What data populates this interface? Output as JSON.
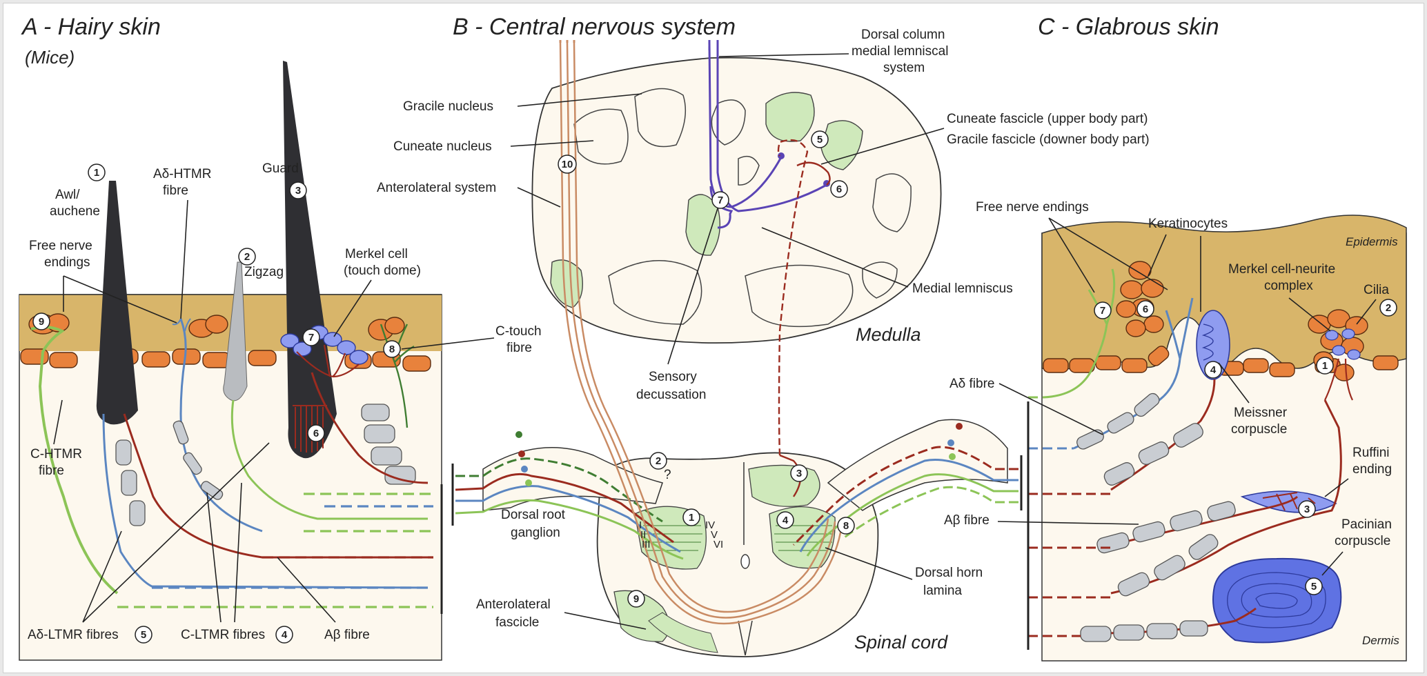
{
  "panels": {
    "a": {
      "title": "A - Hairy skin",
      "subtitle": "(Mice)"
    },
    "b": {
      "title": "B - Central nervous system"
    },
    "c": {
      "title": "C - Glabrous skin"
    }
  },
  "labels": {
    "awl_1": "Awl/",
    "awl_2": "auchene",
    "free_a_1": "Free nerve",
    "free_a_2": "endings",
    "adhtmr_1": "Aδ-HTMR",
    "adhtmr_2": "fibre",
    "zigzag": "Zigzag",
    "guard": "Guard",
    "merkel_a_1": "Merkel cell",
    "merkel_a_2": "(touch dome)",
    "ctouch_1": "C-touch",
    "ctouch_2": "fibre",
    "chtmr_1": "C-HTMR",
    "chtmr_2": "fibre",
    "adltmr": "Aδ-LTMR fibres",
    "cltmr": "C-LTMR fibres",
    "abeta_a": "Aβ fibre",
    "gracile_nucleus": "Gracile nucleus",
    "cuneate_nucleus": "Cuneate nucleus",
    "anterolateral_system": "Anterolateral system",
    "dorsal_col_1": "Dorsal column",
    "dorsal_col_2": "medial lemniscal",
    "dorsal_col_3": "system",
    "cuneate_fascicle": "Cuneate fascicle (upper body part)",
    "gracile_fascicle": "Gracile fascicle (downer body part)",
    "medial_lemniscus": "Medial lemniscus",
    "medulla": "Medulla",
    "sensory_dec_1": "Sensory",
    "sensory_dec_2": "decussation",
    "drg_1": "Dorsal root",
    "drg_2": "ganglion",
    "anterolateral_fascicle_1": "Anterolateral",
    "anterolateral_fascicle_2": "fascicle",
    "dorsal_horn_1": "Dorsal horn",
    "dorsal_horn_2": "lamina",
    "spinal_cord": "Spinal cord",
    "question": "?",
    "free_c": "Free nerve endings",
    "keratinocytes": "Keratinocytes",
    "epidermis": "Epidermis",
    "merkel_c_1": "Merkel cell-neurite",
    "merkel_c_2": "complex",
    "cilia": "Cilia",
    "adelta_c": "Aδ fibre",
    "meissner_1": "Meissner",
    "meissner_2": "corpuscle",
    "ruffini_1": "Ruffini",
    "ruffini_2": "ending",
    "abeta_c": "Aβ fibre",
    "pacinian_1": "Pacinian",
    "pacinian_2": "corpuscle",
    "dermis": "Dermis"
  },
  "laminae": {
    "i": "I",
    "ii": "II",
    "iii": "III",
    "iv": "IV",
    "v": "V",
    "vi": "VI"
  },
  "numbers": {
    "n1": "1",
    "n2": "2",
    "n3": "3",
    "n4": "4",
    "n5": "5",
    "n6": "6",
    "n7": "7",
    "n8": "8",
    "n9": "9",
    "n10": "10"
  },
  "colors": {
    "skin_epidermis": "#d8b56a",
    "keratinocyte": "#e8823c",
    "dermis": "#fdf8ee",
    "hair_dark": "#2f2f33",
    "hair_light": "#b9bcc0",
    "merkel": "#8f9cf0",
    "myelin": "#c9cdd2",
    "c_fibre": "#8cc457",
    "c_fibre_dark": "#3f7d32",
    "ad_fibre": "#5b86c1",
    "ab_fibre": "#9b2b1f",
    "medial_lemniscal": "#5a44b5",
    "anterolateral": "#c98b64",
    "grey_matter": "#cfe9bb",
    "cns_fill": "#fdf8ee"
  }
}
